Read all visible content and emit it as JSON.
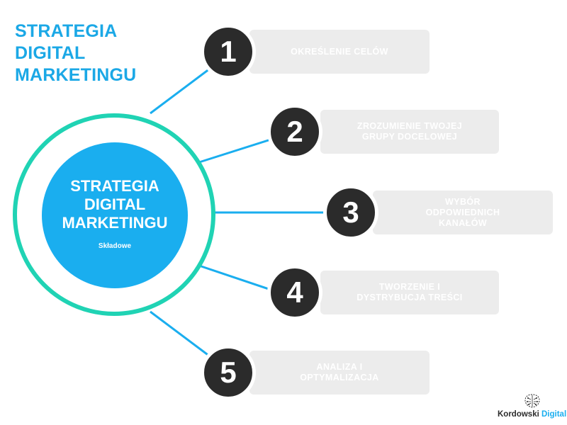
{
  "title": "STRATEGIA\nDIGITAL\nMARKETINGU",
  "center": {
    "title": "STRATEGIA\nDIGITAL\nMARKETINGU",
    "subtitle": "Składowe"
  },
  "steps": [
    {
      "number": "1",
      "label": "OKREŚLENIE CELÓW"
    },
    {
      "number": "2",
      "label": "ZROZUMIENIE TWOJEJ\nGRUPY DOCELOWEJ"
    },
    {
      "number": "3",
      "label": "WYBÓR\nODPOWIEDNICH\nKANAŁÓW"
    },
    {
      "number": "4",
      "label": "TWORZENIE I\nDYSTRYBUCJA TREŚCI"
    },
    {
      "number": "5",
      "label": "ANALIZA I\nOPTYMALIZACJA"
    }
  ],
  "logo": {
    "name": "Kordowski",
    "accent": "Digital"
  },
  "colors": {
    "accent_blue": "#1aaeef",
    "ring_teal": "#20d3b4",
    "number_dark": "#2b2b2b",
    "pill_grey": "#ececec"
  }
}
